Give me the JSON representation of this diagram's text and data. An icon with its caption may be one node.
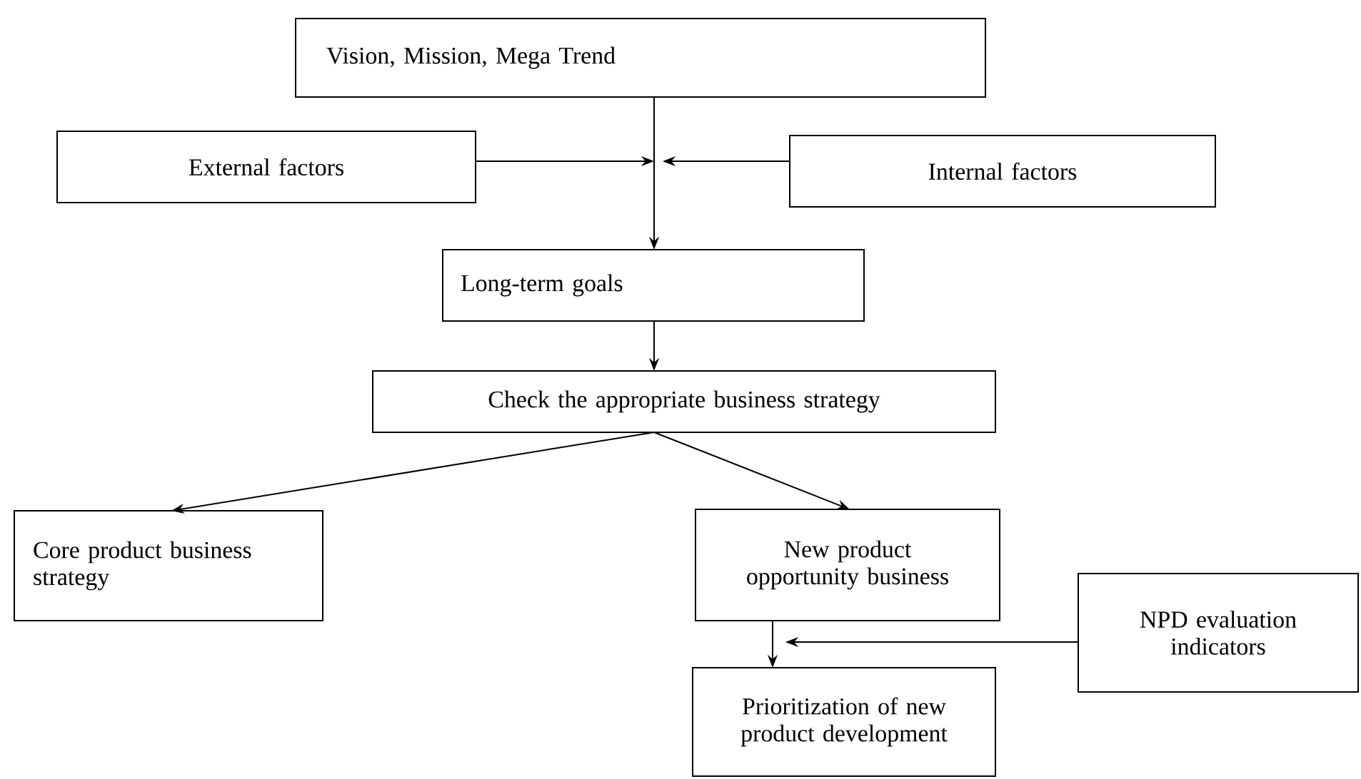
{
  "diagram": {
    "nodes": [
      {
        "text": [
          "Vision, Mission, Mega Trend"
        ]
      },
      {
        "text": [
          "External factors"
        ]
      },
      {
        "text": [
          "Internal factors"
        ]
      },
      {
        "text": [
          "Long-term goals"
        ]
      },
      {
        "text": [
          "Check the appropriate business strategy"
        ]
      },
      {
        "text": [
          "Core product business strategy"
        ]
      },
      {
        "text": [
          "New product opportunity business"
        ]
      },
      {
        "text": [
          "NPD evaluation indicators"
        ]
      },
      {
        "text": [
          "Prioritization of new product development"
        ]
      }
    ],
    "edges": [
      {
        "from": 0,
        "to": 3,
        "arrow": "to"
      },
      {
        "from": 1,
        "to": null,
        "arrow": "to"
      },
      {
        "from": 2,
        "to": null,
        "arrow": "to"
      },
      {
        "from": 3,
        "to": 4,
        "arrow": "to"
      },
      {
        "from": 4,
        "to": 5,
        "arrow": "to"
      },
      {
        "from": 4,
        "to": 6,
        "arrow": "to"
      },
      {
        "from": 6,
        "to": 8,
        "arrow": "to"
      },
      {
        "from": 7,
        "to": null,
        "arrow": "to"
      }
    ]
  }
}
